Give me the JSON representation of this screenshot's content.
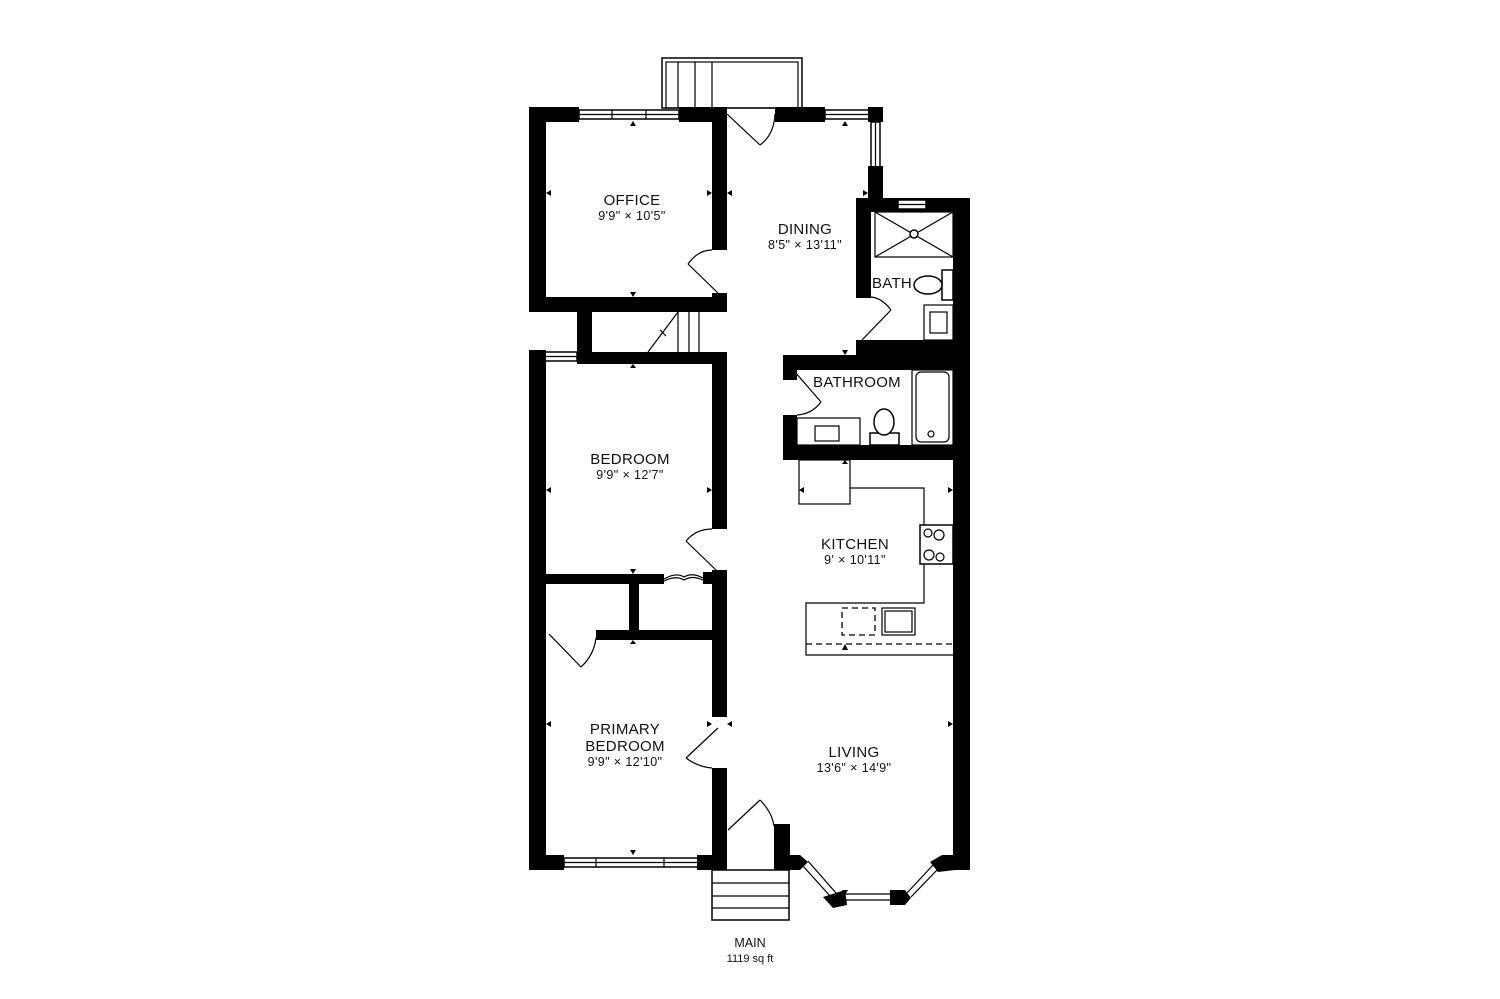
{
  "floor": {
    "name": "MAIN",
    "area": "1119 sq ft"
  },
  "rooms": [
    {
      "id": "office",
      "name": "OFFICE",
      "dims": "9'9\" × 10'5\""
    },
    {
      "id": "dining",
      "name": "DINING",
      "dims": "8'5\" × 13'11\""
    },
    {
      "id": "bath",
      "name": "BATH",
      "dims": ""
    },
    {
      "id": "bathroom",
      "name": "BATHROOM",
      "dims": ""
    },
    {
      "id": "bedroom",
      "name": "BEDROOM",
      "dims": "9'9\" × 12'7\""
    },
    {
      "id": "kitchen",
      "name": "KITCHEN",
      "dims": "9' × 10'11\""
    },
    {
      "id": "primary-bedroom",
      "name": "PRIMARY BEDROOM",
      "name_line1": "PRIMARY",
      "name_line2": "BEDROOM",
      "dims": "9'9\" × 12'10\""
    },
    {
      "id": "living",
      "name": "LIVING",
      "dims": "13'6\" × 14'9\""
    }
  ],
  "colors": {
    "wall": "#000000",
    "background": "#ffffff"
  }
}
